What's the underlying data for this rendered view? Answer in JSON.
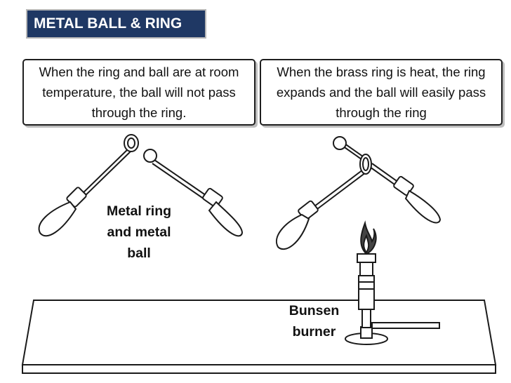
{
  "title": "METAL BALL & RING",
  "notes": {
    "left": "When the ring and ball are at room temperature, the ball will not pass through the ring.",
    "right": "When the brass ring is heat, the ring expands and the ball will easily pass through the ring"
  },
  "labels": {
    "ring_and_ball": "Metal ring\nand metal\nball",
    "bunsen": "Bunsen\nburner"
  },
  "colors": {
    "title_bg": "#1f3864",
    "title_text": "#ffffff",
    "line": "#1a1a1a",
    "flame": "#444444"
  }
}
